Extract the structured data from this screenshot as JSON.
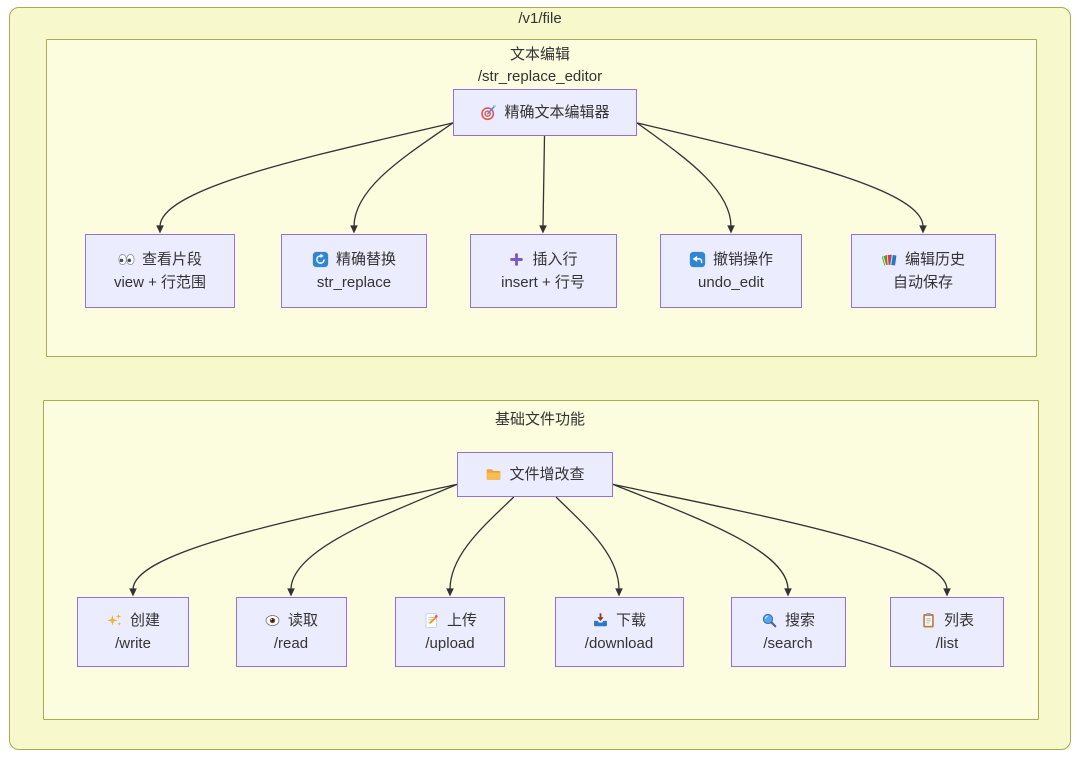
{
  "page_title": "/v1/file",
  "colors": {
    "node_fill": "#ECECFF",
    "node_border": "#9370DB",
    "cluster_fill": "#fcfcde",
    "outer_fill": "#f8f8cd",
    "cluster_border": "#a9ab4e",
    "edge": "#333333",
    "text": "#333333"
  },
  "clusters": [
    {
      "title_lines": [
        "文本编辑",
        "/str_replace_editor"
      ],
      "root": {
        "icon": "dart-target-icon",
        "label": "精确文本编辑器"
      },
      "children": [
        {
          "icon": "eyes-icon",
          "label": "查看片段",
          "sublabel": "view + 行范围"
        },
        {
          "icon": "circular-arrows-icon",
          "label": "精确替换",
          "sublabel": "str_replace"
        },
        {
          "icon": "plus-icon",
          "label": "插入行",
          "sublabel": "insert + 行号"
        },
        {
          "icon": "undo-arrow-icon",
          "label": "撤销操作",
          "sublabel": "undo_edit"
        },
        {
          "icon": "books-icon",
          "label": "编辑历史",
          "sublabel": "自动保存"
        }
      ]
    },
    {
      "title_lines": [
        "基础文件功能"
      ],
      "root": {
        "icon": "folder-icon",
        "label": "文件增改查"
      },
      "children": [
        {
          "icon": "sparkles-icon",
          "label": "创建",
          "sublabel": "/write"
        },
        {
          "icon": "eye-icon",
          "label": "读取",
          "sublabel": "/read"
        },
        {
          "icon": "memo-pencil-icon",
          "label": "上传",
          "sublabel": "/upload"
        },
        {
          "icon": "inbox-download-icon",
          "label": "下载",
          "sublabel": "/download"
        },
        {
          "icon": "magnifier-icon",
          "label": "搜索",
          "sublabel": "/search"
        },
        {
          "icon": "clipboard-icon",
          "label": "列表",
          "sublabel": "/list"
        }
      ]
    }
  ]
}
